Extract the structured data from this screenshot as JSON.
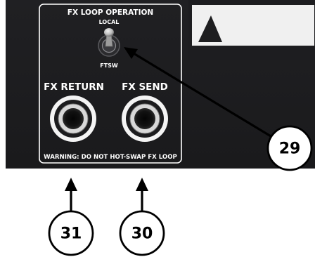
{
  "panel": {
    "title": "FX LOOP OPERATION",
    "switch_top_label": "LOCAL",
    "switch_bottom_label": "FTSW",
    "fx_return_label": "FX RETURN",
    "fx_send_label": "FX SEND",
    "warning": "WARNING: DO NOT HOT-SWAP FX LOOP"
  },
  "callouts": {
    "toggle": "29",
    "fx_send": "30",
    "fx_return": "31"
  },
  "colors": {
    "panel": "#1e1e20",
    "panel_border": "#ffffff",
    "text": "#ffffff",
    "callout_stroke": "#000000"
  }
}
